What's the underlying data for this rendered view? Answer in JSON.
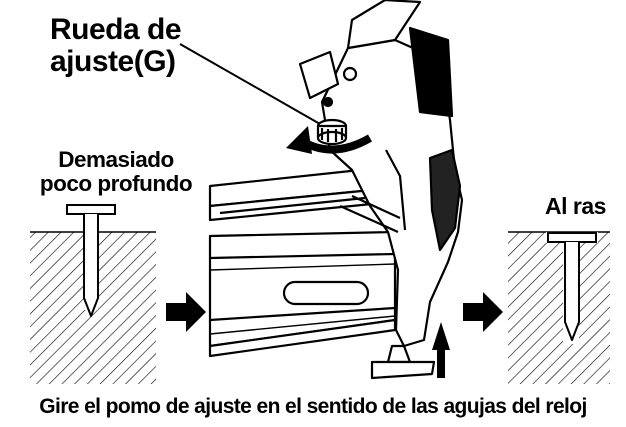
{
  "labels": {
    "wheel_line1": "Rueda de",
    "wheel_line2": "ajuste(G)",
    "shallow_line1": "Demasiado",
    "shallow_line2": "poco profundo",
    "flush": "Al ras",
    "caption": "Gire el pomo de ajuste en el sentido de las agujas del reloj"
  },
  "colors": {
    "ink": "#000000",
    "background": "#ffffff"
  },
  "icons": [
    "nail-icon",
    "right-arrow-icon",
    "up-arrow-icon",
    "counterclockwise-arrow-icon"
  ]
}
